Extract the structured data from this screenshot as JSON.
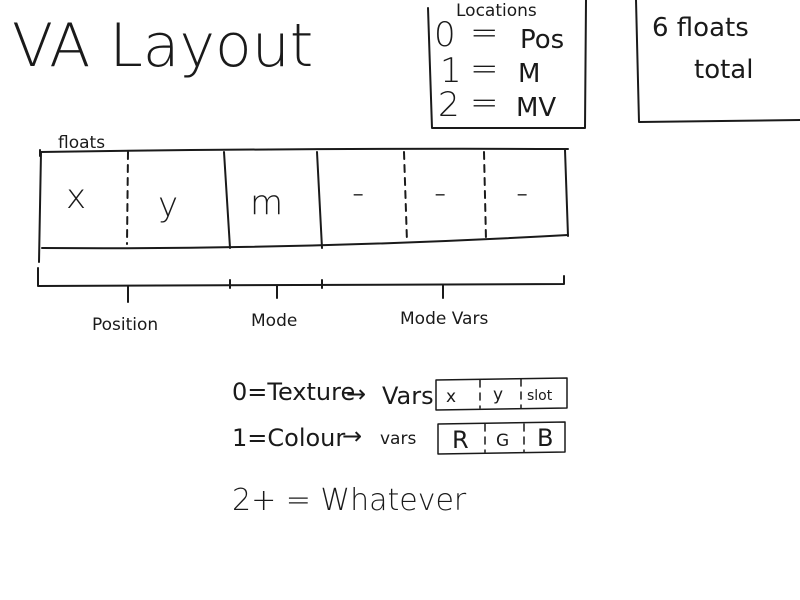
{
  "title": "VA Layout",
  "locations": {
    "heading": "Locations",
    "items": [
      {
        "index": "0",
        "eq": "=",
        "name": "Pos"
      },
      {
        "index": "1",
        "eq": "=",
        "name": "M"
      },
      {
        "index": "2",
        "eq": "=",
        "name": "MV"
      }
    ]
  },
  "floats_total": {
    "line1": "6 floats",
    "line2": "total"
  },
  "layout": {
    "label": "floats",
    "cells": [
      "x",
      "y",
      "m",
      "-",
      "-",
      "-"
    ],
    "groups": [
      "Position",
      "Mode",
      "Mode Vars"
    ]
  },
  "modes": [
    {
      "lhs": "0=Texture",
      "arrow": "→",
      "vars_label": "Vars",
      "cells": [
        "x",
        "y",
        "slot"
      ]
    },
    {
      "lhs": "1=Colour",
      "arrow": "→",
      "vars_label": "vars",
      "cells": [
        "R",
        "G",
        "B"
      ]
    }
  ],
  "footer": "2+ = Whatever"
}
